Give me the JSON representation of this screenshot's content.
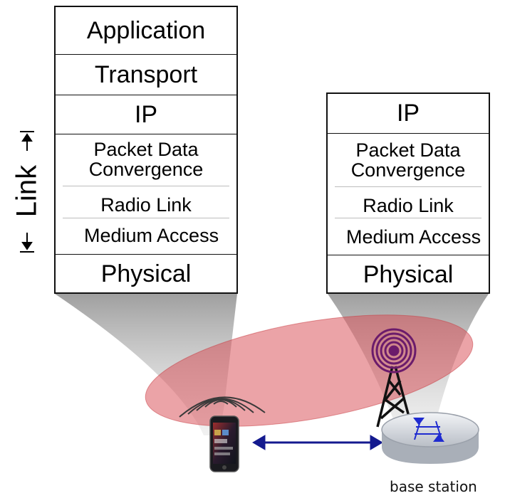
{
  "host_stack": {
    "layers": [
      "Application",
      "Transport",
      "IP"
    ],
    "link_sublayers": [
      "Packet Data",
      "Convergence",
      "Radio Link",
      "Medium Access"
    ],
    "physical": "Physical"
  },
  "bs_stack": {
    "layers": [
      "IP"
    ],
    "link_sublayers": [
      "Packet Data",
      "Convergence",
      "Radio Link",
      "Medium Access"
    ],
    "physical": "Physical"
  },
  "link_bracket_label": "Link",
  "base_station_caption": "base station"
}
